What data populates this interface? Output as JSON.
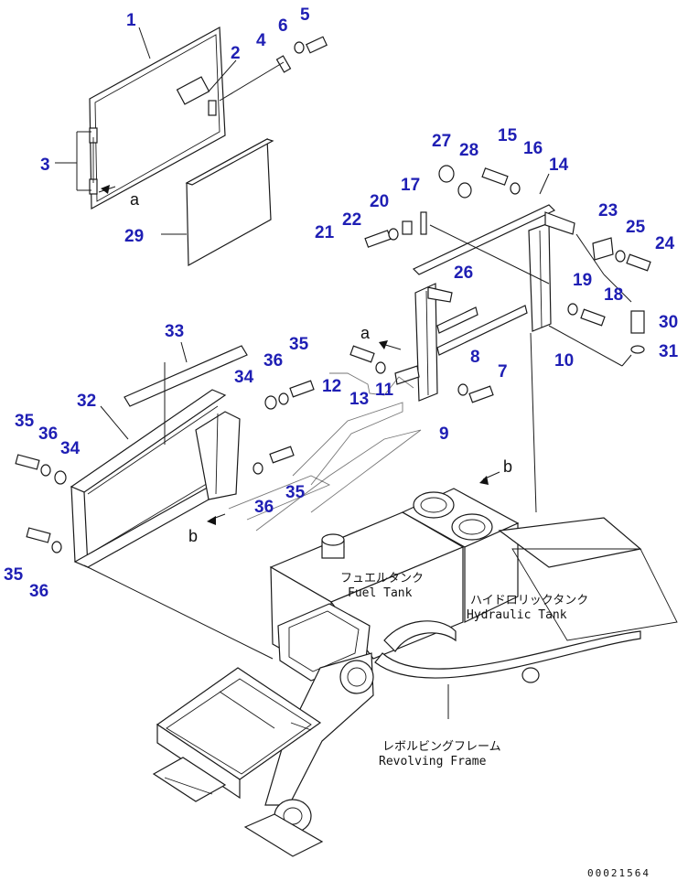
{
  "diagram": {
    "callouts": [
      "1",
      "2",
      "3",
      "4",
      "5",
      "6",
      "7",
      "8",
      "9",
      "10",
      "11",
      "12",
      "13",
      "14",
      "15",
      "16",
      "17",
      "18",
      "19",
      "20",
      "21",
      "22",
      "23",
      "24",
      "25",
      "26",
      "27",
      "28",
      "29",
      "30",
      "31",
      "32",
      "33",
      "34",
      "35",
      "36"
    ],
    "view_letters": {
      "a": "a",
      "b": "b"
    },
    "labels": {
      "fuel_tank_jp": "フュエルタンク",
      "fuel_tank_en": "Fuel Tank",
      "hydraulic_tank_jp": "ハイドロリックタンク",
      "hydraulic_tank_en": "Hydraulic Tank",
      "revolving_frame_jp": "レボルビングフレーム",
      "revolving_frame_en": "Revolving Frame"
    },
    "document_number": "00021564",
    "colors": {
      "callout": "#1f1fb4",
      "line": "#1a1a1a",
      "background": "#ffffff"
    }
  }
}
